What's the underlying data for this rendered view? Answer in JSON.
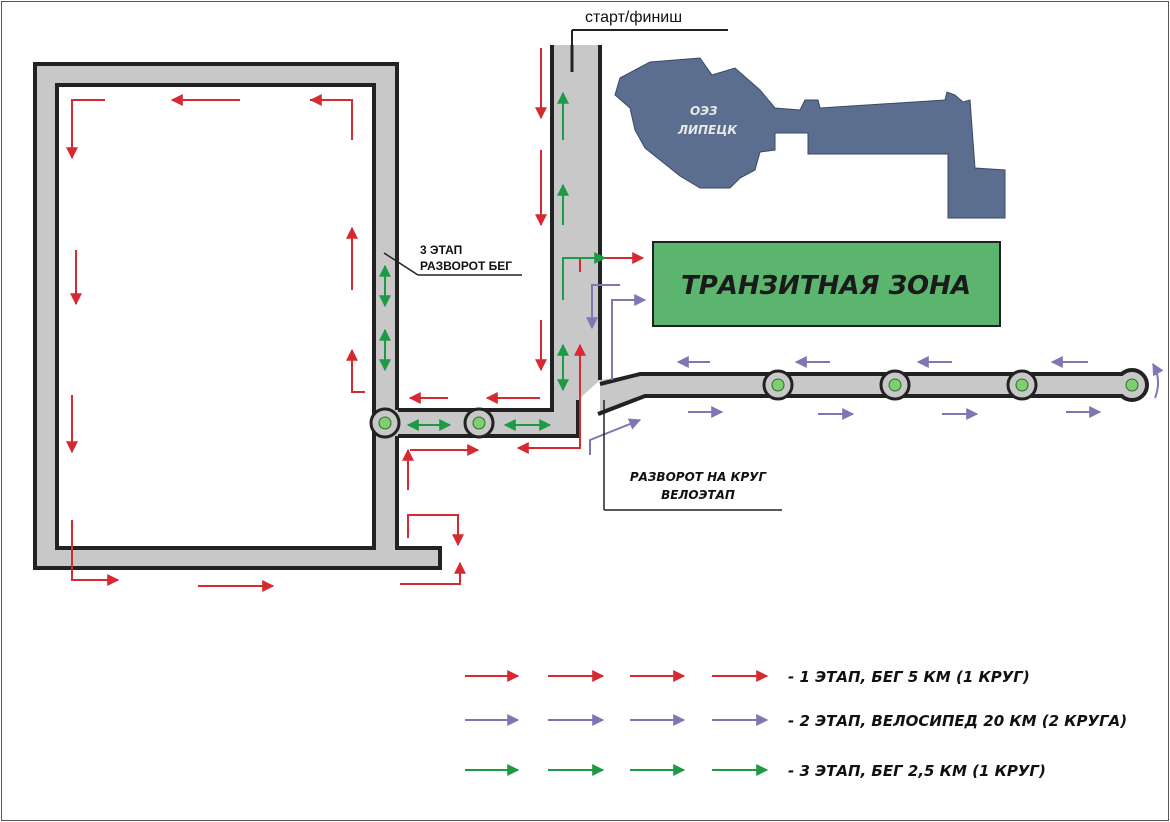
{
  "labels": {
    "start_finish": "старт/финиш",
    "oez": "ОЭЗ",
    "lipetsk": "ЛИПЕЦК",
    "transit_zone": "ТРАНЗИТНАЯ ЗОНА",
    "turn_run_line1": "3 ЭТАП",
    "turn_run_line2": "РАЗВОРОТ БЕГ",
    "turn_bike_line1": "РАЗВОРОТ НА КРУГ",
    "turn_bike_line2": "ВЕЛОЭТАП"
  },
  "legend": [
    {
      "label": "- 1 ЭТАП, БЕГ 5 КМ (1 КРУГ)",
      "color": "#d52a32"
    },
    {
      "label": "- 2 ЭТАП, ВЕЛОСИПЕД 20 КМ (2 КРУГА)",
      "color": "#7d78b4"
    },
    {
      "label": "- 3 ЭТАП, БЕГ 2,5 КМ (1 КРУГ)",
      "color": "#1e9a47"
    }
  ],
  "colors": {
    "road_fill": "#c8c8c8",
    "road_edge": "#222222",
    "building": "#5b6e8f",
    "transit_fill": "#5cb56f",
    "checkpoint": "#7fcf72",
    "run1": "#d52a32",
    "bike": "#7d78b4",
    "run3": "#1e9a47"
  }
}
